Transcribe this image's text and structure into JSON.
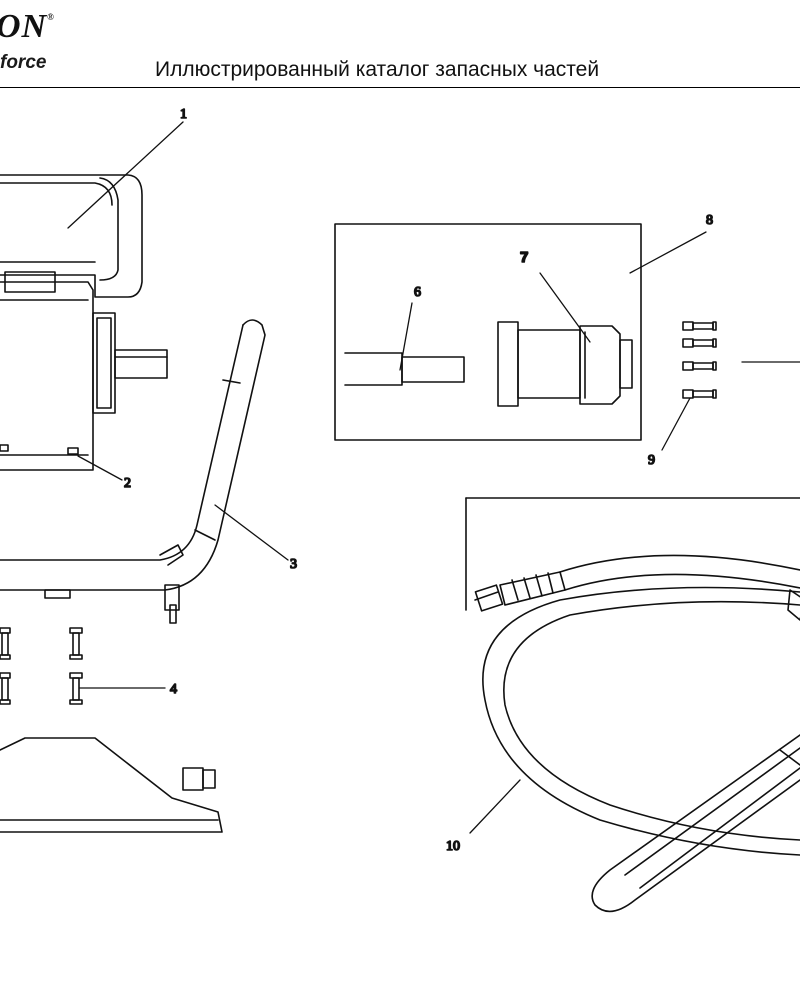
{
  "header": {
    "logo_top": "ON",
    "logo_reg": "®",
    "logo_sub": "force",
    "title": "Иллюстрированный каталог запасных частей"
  },
  "callouts": {
    "c1": "1",
    "c2": "2",
    "c3": "3",
    "c4": "4",
    "c6": "6",
    "c7": "7",
    "c8": "8",
    "c9": "9",
    "c10": "10"
  }
}
